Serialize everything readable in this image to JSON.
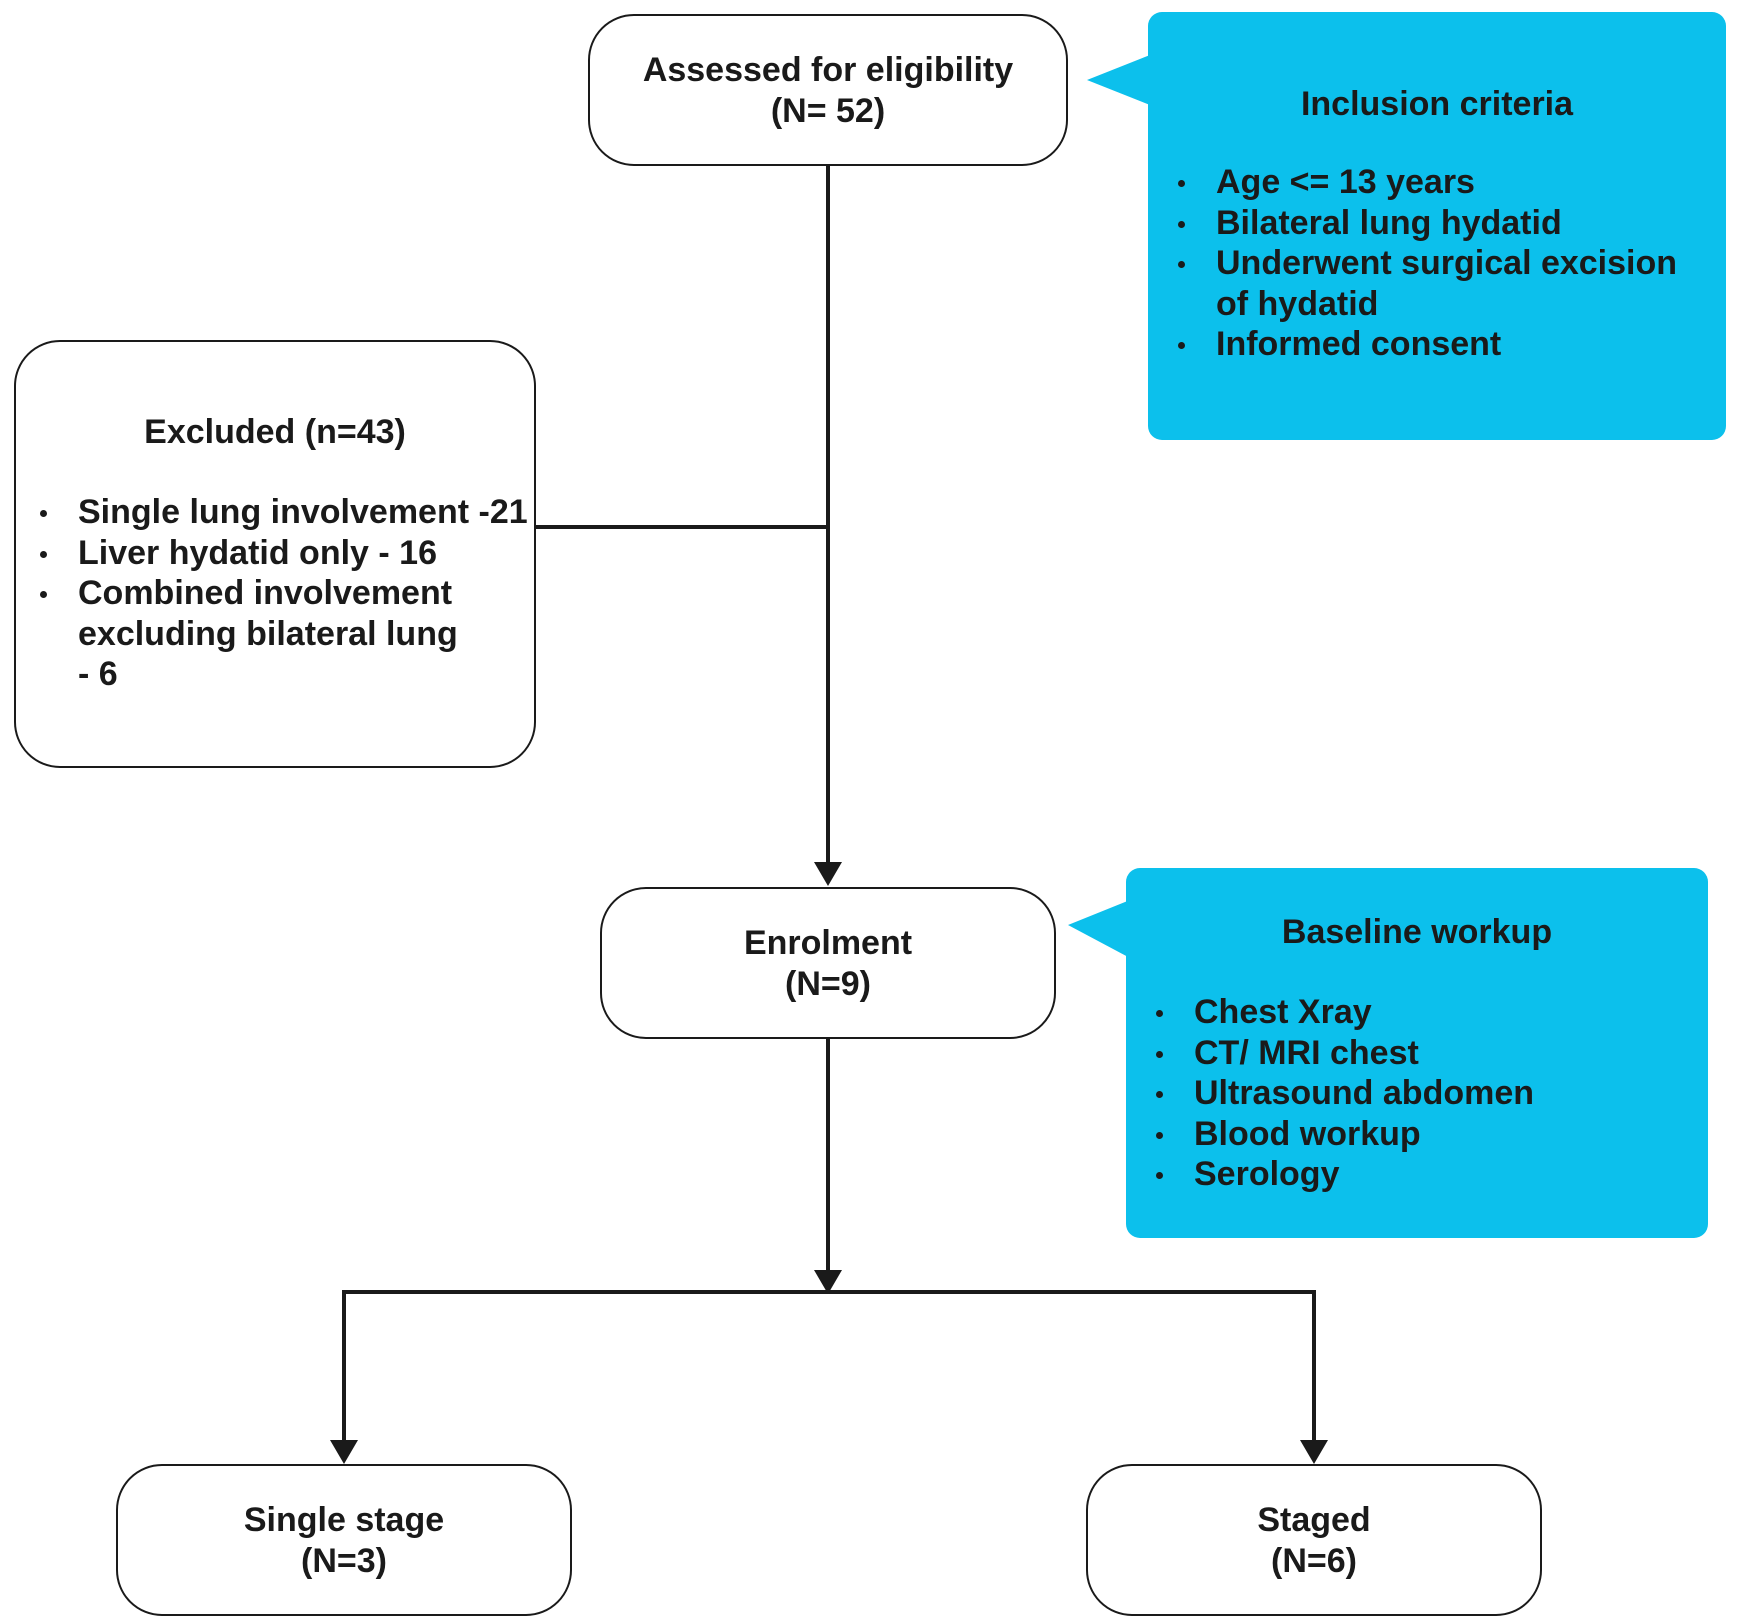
{
  "assessed": {
    "title": "Assessed for eligibility",
    "count": "(N= 52)"
  },
  "inclusion": {
    "title": "Inclusion criteria",
    "items": [
      "Age <= 13 years",
      "Bilateral lung hydatid",
      "Underwent surgical excision of hydatid",
      "Informed consent"
    ]
  },
  "excluded": {
    "title": "Excluded (n=43)",
    "items": [
      "Single lung involvement -21",
      "Liver hydatid only - 16",
      "Combined involvement excluding bilateral lung - 6"
    ]
  },
  "enrolment": {
    "title": "Enrolment",
    "count": "(N=9)"
  },
  "baseline": {
    "title": "Baseline workup",
    "items": [
      "Chest Xray",
      "CT/ MRI chest",
      "Ultrasound abdomen",
      "Blood workup",
      "Serology"
    ]
  },
  "single_stage": {
    "title": "Single stage",
    "count": "(N=3)"
  },
  "staged": {
    "title": "Staged",
    "count": "(N=6)"
  },
  "colors": {
    "callout": "#0cc0ec",
    "line": "#1a1a1a"
  }
}
